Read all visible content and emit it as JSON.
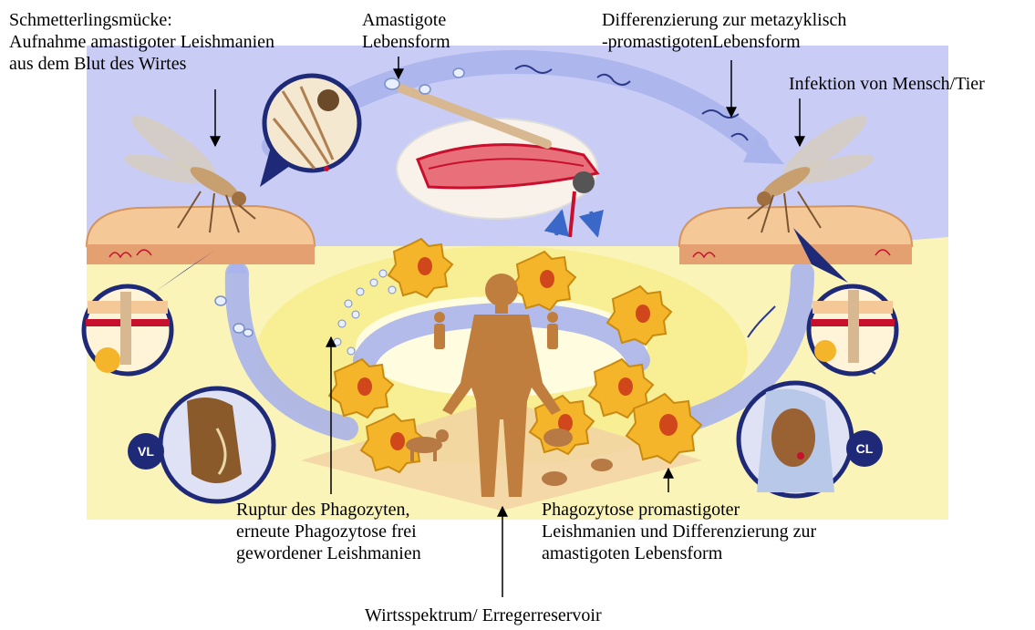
{
  "labels": {
    "sandfly": [
      "Schmetterlingsmücke:",
      "Aufnahme amastigoter Leishmanien",
      "aus dem Blut des Wirtes"
    ],
    "amastigote": [
      "Amastigote",
      "Lebensform"
    ],
    "differentiation": [
      "Differenzierung zur metazyklisch",
      "-promastigotenLebensform"
    ],
    "infection": [
      "Infektion von Mensch/Tier"
    ],
    "rupture": [
      "Ruptur des Phagozyten,",
      "erneute Phagozytose frei",
      "gewordener Leishmanien"
    ],
    "phagocytosis": [
      "Phagozytose promastigoter",
      "Leishmanien und Differenzierung zur",
      "amastigoten Lebensform"
    ],
    "reservoir": [
      "Wirtsspektrum/ Erregerreservoir"
    ]
  },
  "badges": {
    "left": "VL",
    "right": "CL"
  },
  "colors": {
    "upper_bg": "#c9cdf5",
    "lower_bg": "#fbf4b8",
    "arrow_band": "#aab4ec",
    "skin": "#f5c898",
    "skin_dark": "#e4a070",
    "human": "#c07e3e",
    "phagocyte": "#f5b52a",
    "nucleus": "#d0471c",
    "badge": "#1e2a78",
    "red": "#c8102e"
  }
}
